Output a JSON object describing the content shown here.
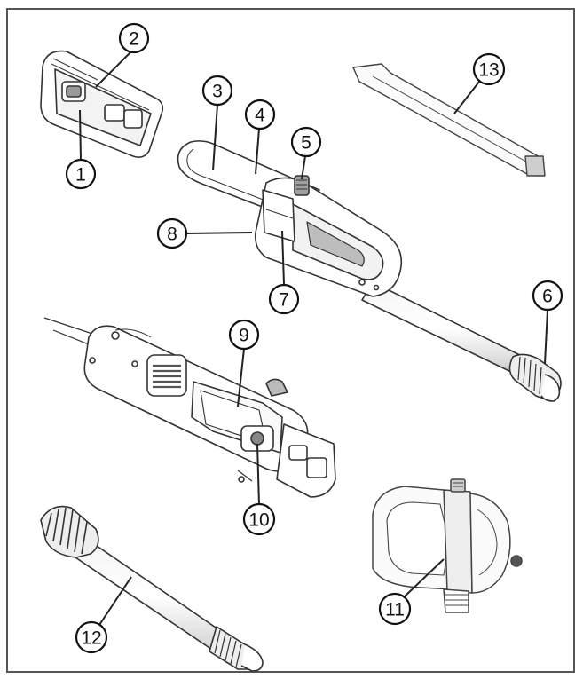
{
  "diagram": {
    "callouts": [
      {
        "id": "c1",
        "label": "1"
      },
      {
        "id": "c2",
        "label": "2"
      },
      {
        "id": "c3",
        "label": "3"
      },
      {
        "id": "c4",
        "label": "4"
      },
      {
        "id": "c5",
        "label": "5"
      },
      {
        "id": "c6",
        "label": "6"
      },
      {
        "id": "c7",
        "label": "7"
      },
      {
        "id": "c8",
        "label": "8"
      },
      {
        "id": "c9",
        "label": "9"
      },
      {
        "id": "c10",
        "label": "10"
      },
      {
        "id": "c11",
        "label": "11"
      },
      {
        "id": "c12",
        "label": "12"
      },
      {
        "id": "c13",
        "label": "13"
      }
    ],
    "colors": {
      "outline": "#333333",
      "body_fill": "#ffffff",
      "shade": "#d9d9d9",
      "dark_shade": "#8a8a8a",
      "frame": "#555555"
    }
  }
}
